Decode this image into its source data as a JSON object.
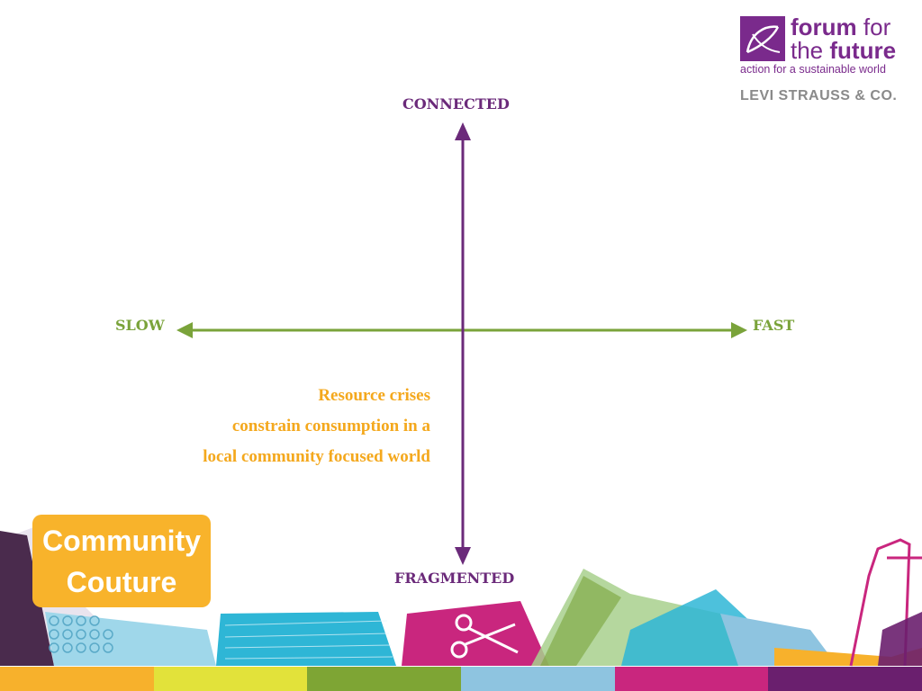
{
  "logo": {
    "forum": "forum",
    "for": "for",
    "the": "the",
    "future": "future",
    "tagline": "action for a sustainable world"
  },
  "partner": "LEVI STRAUSS & CO.",
  "axes": {
    "top": "CONNECTED",
    "bottom": "FRAGMENTED",
    "left": "SLOW",
    "right": "FAST"
  },
  "description": {
    "lines": [
      "Resource crises",
      "constrain consumption in a",
      "local community focused world"
    ]
  },
  "scenario": {
    "title_line1": "Community",
    "title_line2": "Couture"
  },
  "colors": {
    "purple": "#6b2a7a",
    "green": "#7aa33a",
    "orange": "#f4a81d",
    "box": "#f8b32b",
    "stripe": [
      "#f7b12c",
      "#e2e23a",
      "#7ea534",
      "#8ec4e0",
      "#c9267e",
      "#6a1f6e"
    ]
  }
}
